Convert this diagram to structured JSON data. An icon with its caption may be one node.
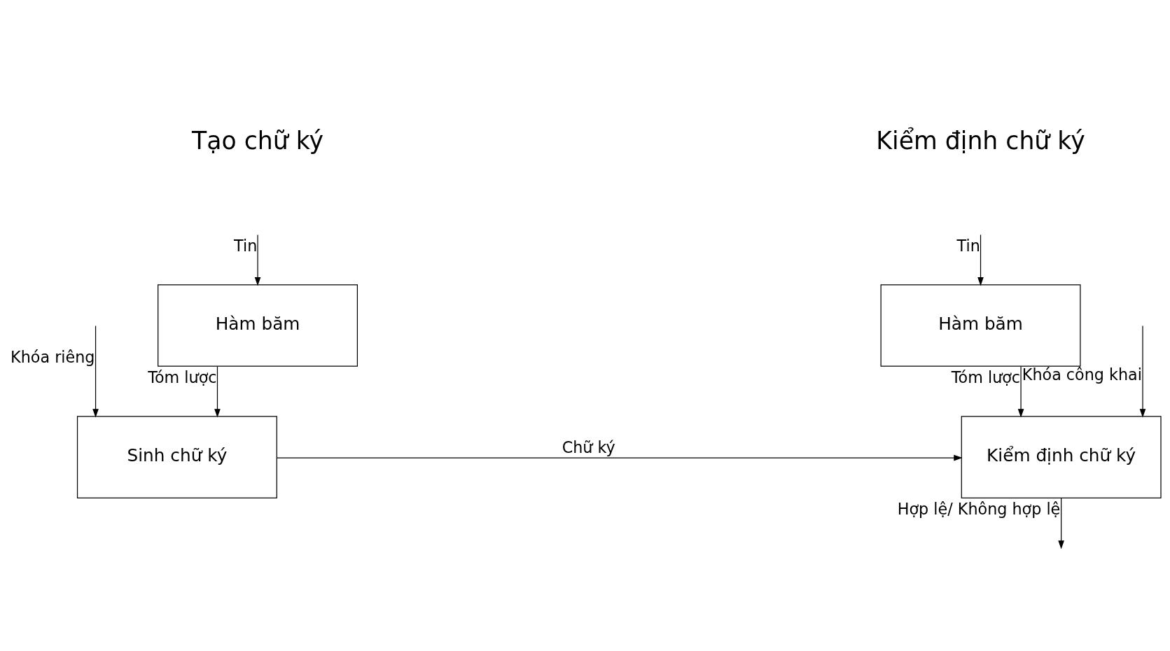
{
  "diagram": {
    "nodes": [
      {
        "text": [
          "Hàm băm"
        ]
      },
      {
        "text": [
          "Sinh chữ ký"
        ]
      },
      {
        "text": [
          "Hàm băm"
        ]
      },
      {
        "text": [
          "Kiểm định chữ ký"
        ]
      }
    ],
    "edges": [
      {
        "from": null,
        "to": 0,
        "arrow": "to",
        "label": "Tin"
      },
      {
        "from": 0,
        "to": 1,
        "arrow": "to",
        "label": "Tóm lược"
      },
      {
        "from": null,
        "to": 1,
        "arrow": "to",
        "label": "Khóa riêng"
      },
      {
        "from": 1,
        "to": 3,
        "arrow": "to",
        "label": "Chữ ký"
      },
      {
        "from": null,
        "to": 2,
        "arrow": "to",
        "label": "Tin"
      },
      {
        "from": 2,
        "to": 3,
        "arrow": "to",
        "label": "Tóm lược"
      },
      {
        "from": null,
        "to": 3,
        "arrow": "to",
        "label": "Khóa công khai"
      },
      {
        "from": 3,
        "to": null,
        "arrow": "to",
        "label": "Hợp lệ/ Không hợp lệ"
      }
    ],
    "labels": [
      "Tạo chữ ký",
      "Kiểm định chữ ký"
    ]
  }
}
